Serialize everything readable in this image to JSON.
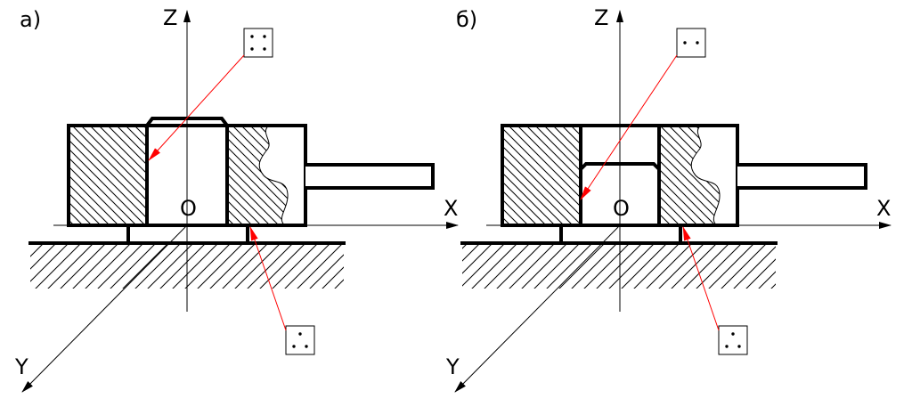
{
  "panels": [
    {
      "id": "a",
      "label": "а)",
      "axis_z": "Z",
      "axis_x": "X",
      "axis_y": "Y",
      "origin": "O"
    },
    {
      "id": "b",
      "label": "б)",
      "axis_z": "Z",
      "axis_x": "X",
      "axis_y": "Y",
      "origin": "O"
    }
  ],
  "colors": {
    "ink": "#000000",
    "leader": "#ff0000"
  }
}
